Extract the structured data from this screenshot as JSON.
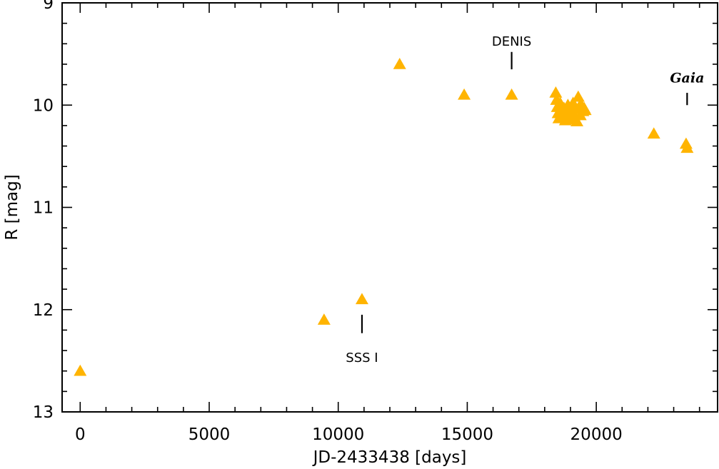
{
  "chart_data": {
    "type": "scatter",
    "xlabel": "JD-2433438 [days]",
    "ylabel": "R [mag]",
    "xlim": [
      -700,
      24700
    ],
    "ylim": [
      13,
      9
    ],
    "y_inverted": true,
    "x_ticks": [
      0,
      5000,
      10000,
      15000,
      20000
    ],
    "x_tick_labels": [
      "0",
      "5000",
      "10000",
      "15000",
      "20000"
    ],
    "y_ticks": [
      9,
      10,
      11,
      12,
      13
    ],
    "y_tick_labels": [
      "9",
      "10",
      "11",
      "12",
      "13"
    ],
    "marker": "triangle",
    "marker_color": "#FFB400",
    "grid": false,
    "series": [
      {
        "points": [
          {
            "x": 0,
            "y": 12.6
          },
          {
            "x": 9450,
            "y": 12.1
          },
          {
            "x": 10920,
            "y": 11.9
          },
          {
            "x": 12380,
            "y": 9.6
          },
          {
            "x": 14880,
            "y": 9.9
          },
          {
            "x": 16720,
            "y": 9.9
          },
          {
            "x": 18430,
            "y": 9.88
          },
          {
            "x": 18460,
            "y": 9.95
          },
          {
            "x": 18490,
            "y": 10.02
          },
          {
            "x": 18520,
            "y": 10.08
          },
          {
            "x": 18550,
            "y": 10.13
          },
          {
            "x": 18600,
            "y": 9.98
          },
          {
            "x": 18650,
            "y": 10.05
          },
          {
            "x": 18700,
            "y": 10.12
          },
          {
            "x": 18750,
            "y": 10.03
          },
          {
            "x": 18800,
            "y": 10.15
          },
          {
            "x": 18850,
            "y": 10.08
          },
          {
            "x": 18900,
            "y": 10.0
          },
          {
            "x": 18950,
            "y": 10.12
          },
          {
            "x": 19000,
            "y": 10.06
          },
          {
            "x": 19050,
            "y": 10.14
          },
          {
            "x": 19100,
            "y": 9.98
          },
          {
            "x": 19150,
            "y": 10.1
          },
          {
            "x": 19200,
            "y": 10.04
          },
          {
            "x": 19250,
            "y": 10.16
          },
          {
            "x": 19300,
            "y": 9.92
          },
          {
            "x": 19330,
            "y": 10.02
          },
          {
            "x": 19380,
            "y": 10.1
          },
          {
            "x": 19420,
            "y": 10.0
          },
          {
            "x": 19480,
            "y": 10.06
          },
          {
            "x": 19530,
            "y": 10.03
          },
          {
            "x": 19570,
            "y": 10.05
          },
          {
            "x": 22230,
            "y": 10.28
          },
          {
            "x": 23480,
            "y": 10.38
          },
          {
            "x": 23520,
            "y": 10.42
          }
        ]
      }
    ],
    "annotations": [
      {
        "text": "DENIS",
        "x": 16720,
        "tick_y": [
          9.48,
          9.65
        ],
        "text_y": 9.42,
        "text_position": "above"
      },
      {
        "text": "SSS I",
        "x": 10920,
        "tick_y": [
          12.05,
          12.23
        ],
        "text_y": 12.47,
        "text_position": "below"
      },
      {
        "text": "Gaia",
        "x": 23520,
        "tick_y": [
          9.88,
          10.0
        ],
        "text_y": 9.78,
        "text_position": "above",
        "style": "italic-bold"
      }
    ]
  }
}
